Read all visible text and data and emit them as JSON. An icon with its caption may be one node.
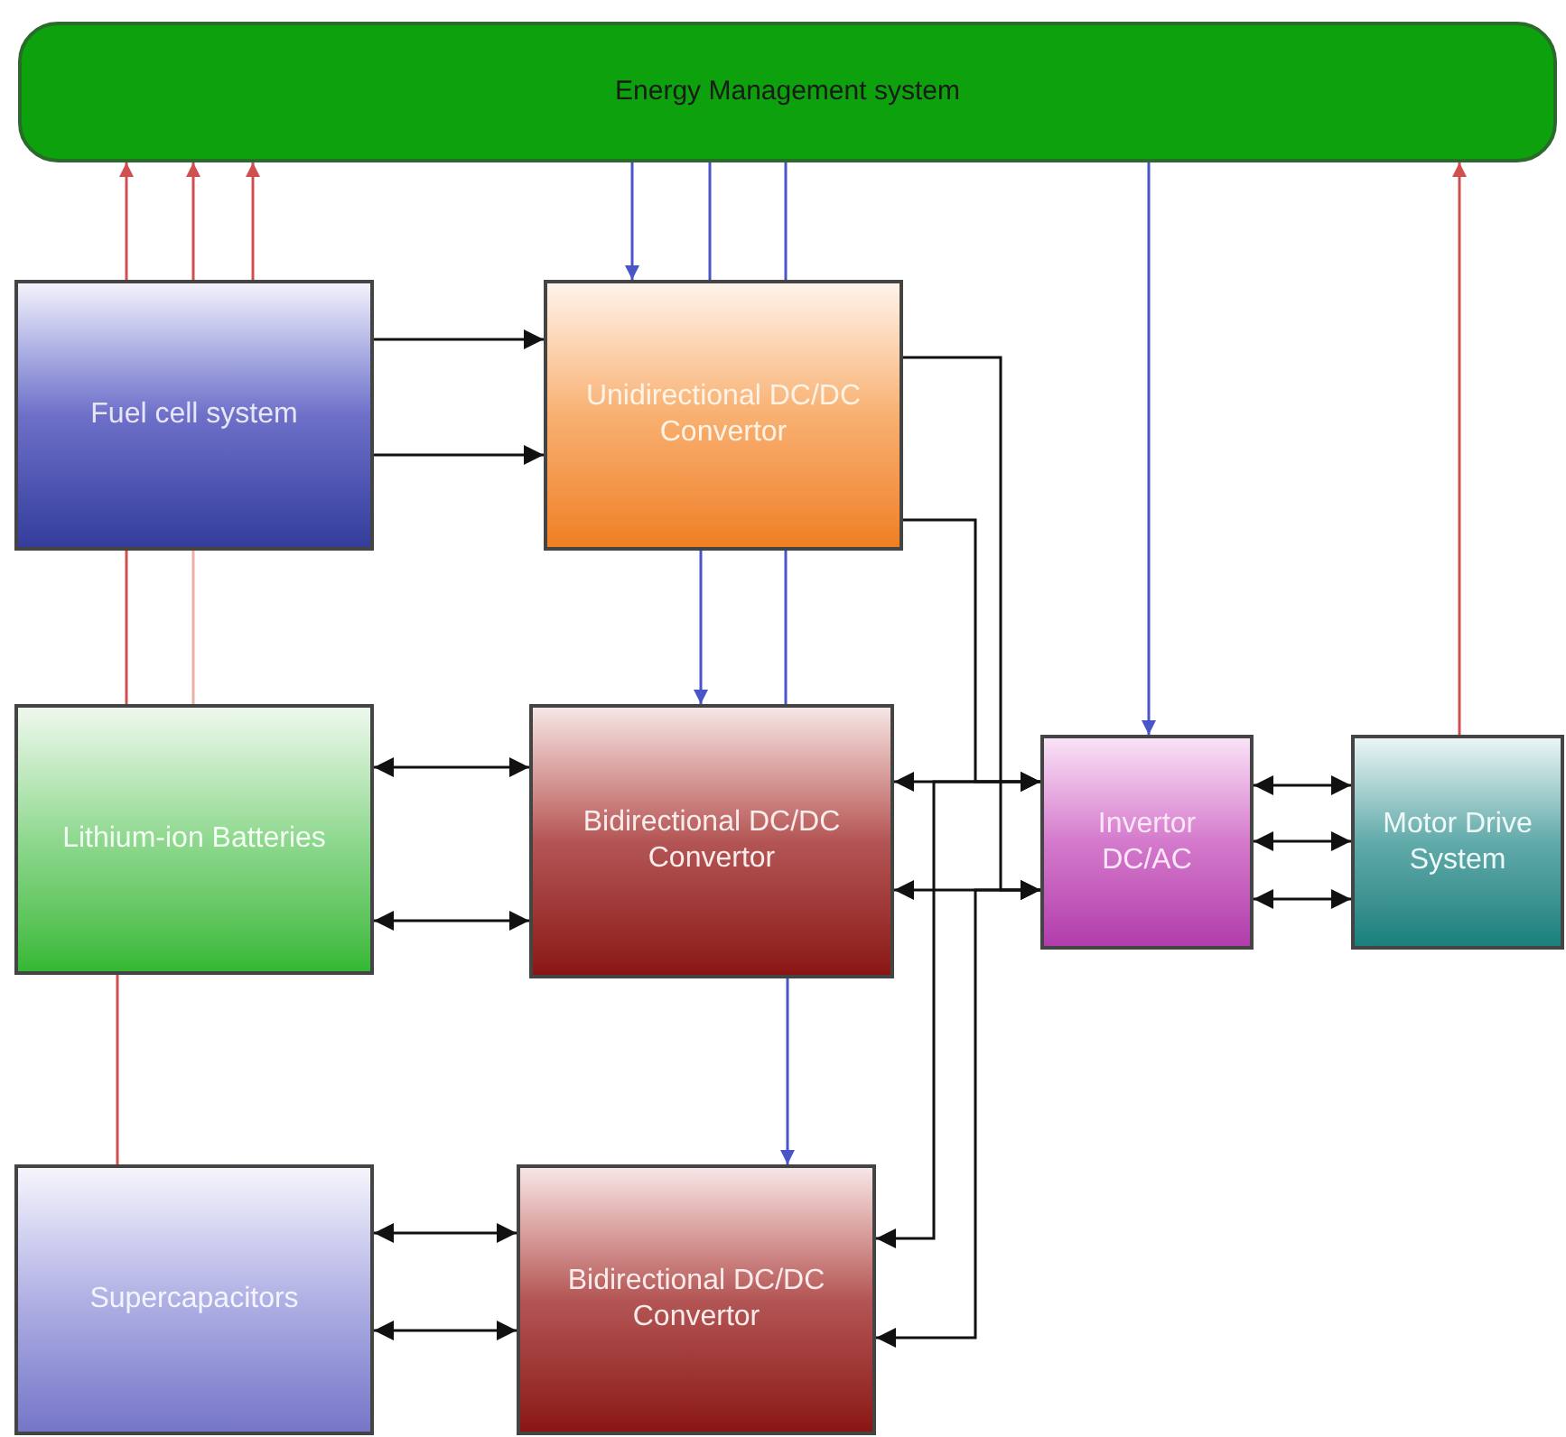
{
  "diagram": {
    "nodes": [
      {
        "text": [
          "Energy Management system"
        ]
      },
      {
        "text": [
          "Fuel cell system"
        ]
      },
      {
        "text": [
          "Unidirectional DC/DC Convertor"
        ]
      },
      {
        "text": [
          "Lithium-ion Batteries"
        ]
      },
      {
        "text": [
          "Bidirectional DC/DC Convertor"
        ]
      },
      {
        "text": [
          "Invertor DC/AC"
        ]
      },
      {
        "text": [
          "Motor Drive System"
        ]
      },
      {
        "text": [
          "Supercapacitors"
        ]
      },
      {
        "text": [
          "Bidirectional DC/DC Convertor"
        ]
      }
    ],
    "edges": [
      {
        "from": 1,
        "to": 0,
        "arrow": "to",
        "color": "#d05050"
      },
      {
        "from": 1,
        "to": 0,
        "arrow": "to",
        "color": "#d05050"
      },
      {
        "from": 1,
        "to": 0,
        "arrow": "to",
        "color": "#d05050"
      },
      {
        "from": 0,
        "to": 2,
        "arrow": "to",
        "color": "#4a55c8"
      },
      {
        "from": 0,
        "to": 2,
        "arrow": "none",
        "color": "#4a55c8"
      },
      {
        "from": 0,
        "to": 2,
        "arrow": "none",
        "color": "#4a55c8"
      },
      {
        "from": 1,
        "to": 2,
        "arrow": "to"
      },
      {
        "from": 1,
        "to": 2,
        "arrow": "to"
      },
      {
        "from": 2,
        "to": 5,
        "arrow": "to"
      },
      {
        "from": 2,
        "to": 5,
        "arrow": "to"
      },
      {
        "from": 0,
        "to": 5,
        "arrow": "to",
        "color": "#4a55c8"
      },
      {
        "from": 6,
        "to": 0,
        "arrow": "to",
        "color": "#d05050"
      },
      {
        "from": 1,
        "to": 3,
        "arrow": "none",
        "color": "#d05050"
      },
      {
        "from": 1,
        "to": 3,
        "arrow": "none",
        "color": "#eab0a4"
      },
      {
        "from": 2,
        "to": 4,
        "arrow": "to",
        "color": "#4a55c8"
      },
      {
        "from": 2,
        "to": 4,
        "arrow": "none",
        "color": "#4a55c8"
      },
      {
        "from": 3,
        "to": 4,
        "arrow": "both"
      },
      {
        "from": 3,
        "to": 4,
        "arrow": "both"
      },
      {
        "from": 4,
        "to": 5,
        "arrow": "both"
      },
      {
        "from": 4,
        "to": 5,
        "arrow": "both"
      },
      {
        "from": 5,
        "to": 6,
        "arrow": "both"
      },
      {
        "from": 5,
        "to": 6,
        "arrow": "both"
      },
      {
        "from": 5,
        "to": 6,
        "arrow": "both"
      },
      {
        "from": 3,
        "to": 7,
        "arrow": "none",
        "color": "#d05050"
      },
      {
        "from": 4,
        "to": 8,
        "arrow": "to",
        "color": "#4a55c8"
      },
      {
        "from": 7,
        "to": 8,
        "arrow": "both"
      },
      {
        "from": 7,
        "to": 8,
        "arrow": "both"
      },
      {
        "from": 8,
        "to": 5,
        "arrow": "both"
      },
      {
        "from": 8,
        "to": 5,
        "arrow": "both"
      }
    ]
  }
}
